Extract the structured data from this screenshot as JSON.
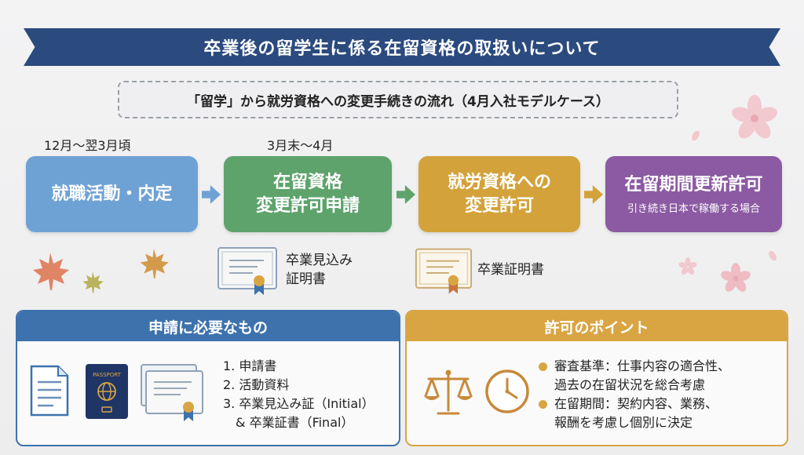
{
  "title": "卒業後の留学生に係る在留資格の取扱いについて",
  "subtitle": "「留学」から就労資格への変更手続きの流れ（4月入社モデルケース）",
  "periods": {
    "first": "12月〜翌3月頃",
    "second": "3月末〜4月"
  },
  "steps": [
    {
      "line1": "就職活動・内定",
      "line2": "",
      "color": "#6fa2d4"
    },
    {
      "line1": "在留資格",
      "line2": "変更許可申請",
      "color": "#5ea36c"
    },
    {
      "line1": "就労資格への",
      "line2": "変更許可",
      "color": "#d3a23a"
    },
    {
      "line1": "在留期間更新許可",
      "line2": "引き続き日本で稼働する場合",
      "color": "#8c5aa3"
    }
  ],
  "documents": {
    "doc1_line1": "卒業見込み",
    "doc1_line2": "証明書",
    "doc2": "卒業証明書"
  },
  "requirements": {
    "heading": "申請に必要なもの",
    "items": [
      "1. 申請書",
      "2. 活動資料",
      "3. 卒業見込み証（Initial）",
      "　& 卒業証書（Final）"
    ],
    "passport_text": "PASSPORT",
    "color": "#3d72ad"
  },
  "points": {
    "heading": "許可のポイント",
    "item1_line1": "審査基準：仕事内容の適合性、",
    "item1_line2": "過去の在留状況を総合考慮",
    "item2_line1": "在留期間：契約内容、業務、",
    "item2_line2": "報酬を考慮し個別に決定",
    "color": "#d9a542"
  },
  "icons": [
    "certificate-icon",
    "document-icon",
    "passport-icon",
    "scale-icon",
    "clock-icon",
    "maple-leaf-icon",
    "sakura-icon"
  ]
}
